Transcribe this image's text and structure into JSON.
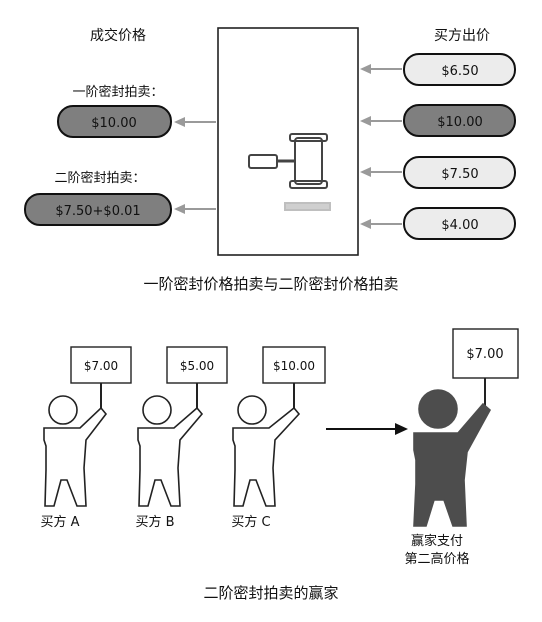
{
  "top": {
    "left_title": "成交价格",
    "center_title": "拍卖",
    "right_title": "买方出价",
    "first_price_label": "一阶密封拍卖：",
    "first_price_value": "$10.00",
    "second_price_label": "二阶密封拍卖：",
    "second_price_value": "$7.50+$0.01",
    "bids": [
      "$6.50",
      "$10.00",
      "$7.50",
      "$4.00"
    ],
    "caption": "一阶密封价格拍卖与二阶密封价格拍卖",
    "icon": "gavel-icon"
  },
  "bottom": {
    "buyers": [
      {
        "sign": "$7.00",
        "label": "买方 A"
      },
      {
        "sign": "$5.00",
        "label": "买方 B"
      },
      {
        "sign": "$10.00",
        "label": "买方 C"
      }
    ],
    "winner_sign": "$7.00",
    "winner_label_line1": "赢家支付",
    "winner_label_line2": "第二高价格",
    "caption": "二阶密封拍卖的赢家",
    "colors": {
      "winner": "#4d4d4d",
      "arrow": "#111111"
    }
  }
}
